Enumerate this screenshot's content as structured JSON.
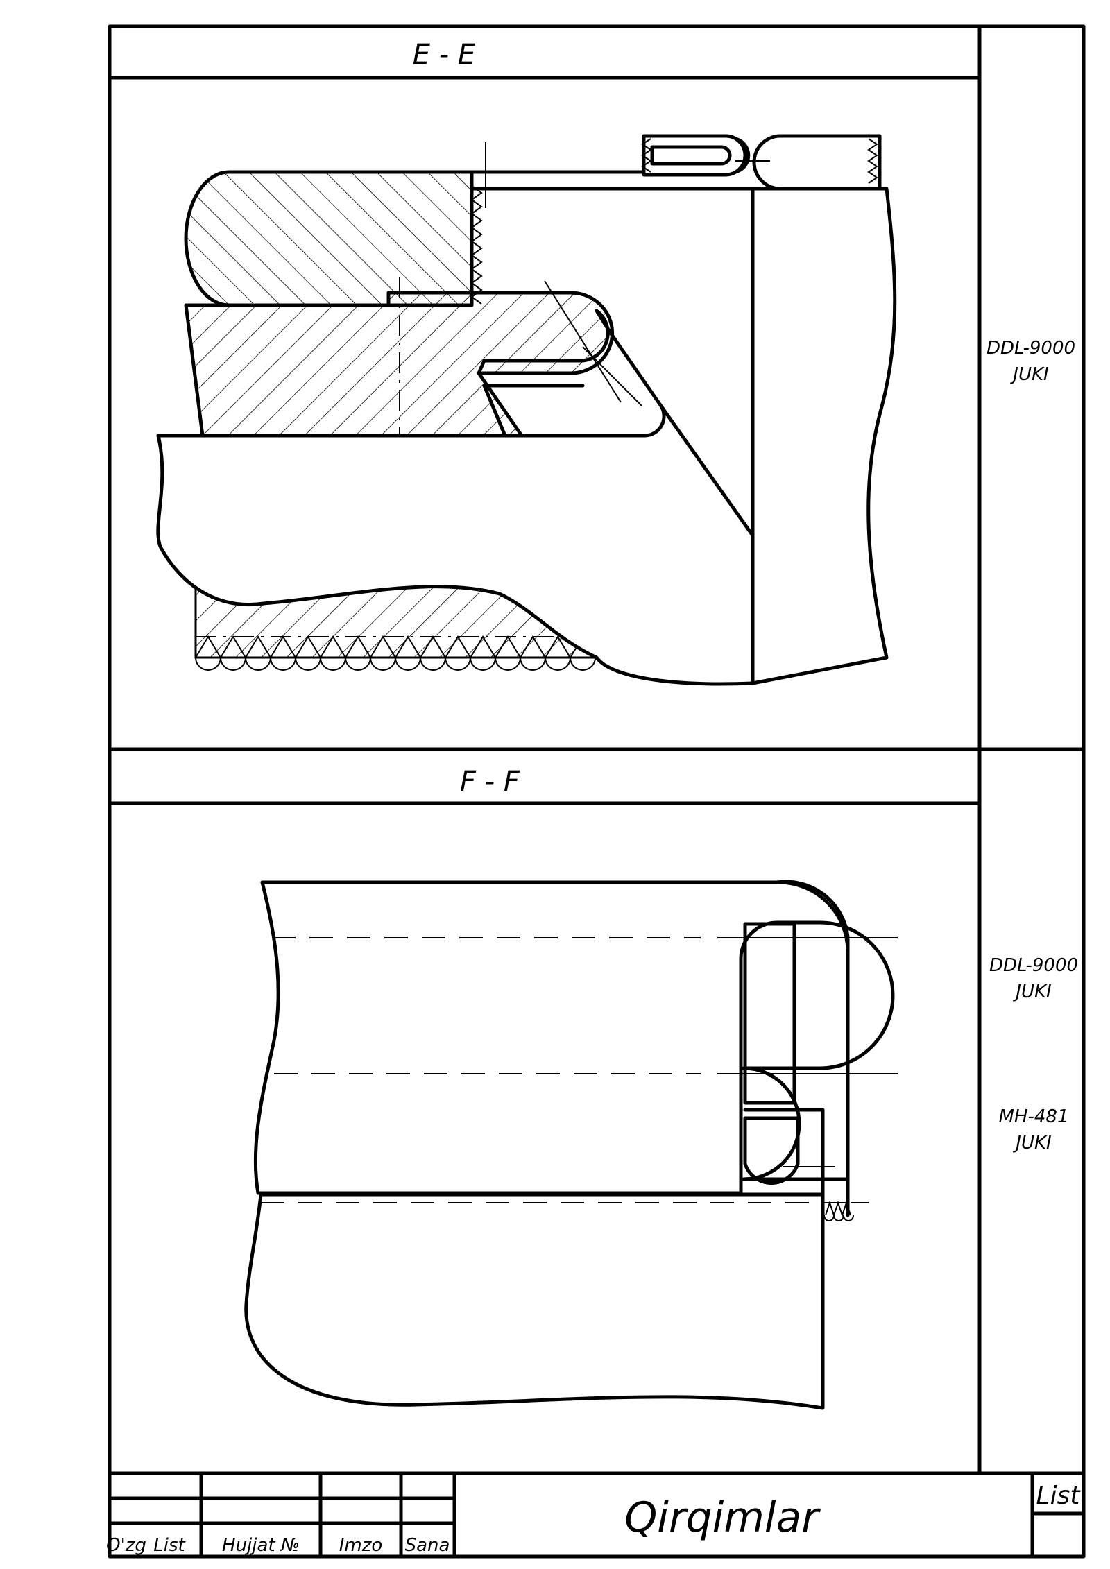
{
  "sections": {
    "top_title": "E - E",
    "bottom_title": "F - F"
  },
  "side_notes": {
    "top": [
      "DDL-9000",
      "JUKI"
    ],
    "bottom_1": [
      "DDL-9000",
      "JUKI"
    ],
    "bottom_2": [
      "MH-481",
      "JUKI"
    ]
  },
  "title_block": {
    "columns": [
      "O'zg",
      "List",
      "Hujjat №",
      "Imzo",
      "Sana"
    ],
    "drawing_title": "Qirqimlar",
    "sheet_label": "List"
  }
}
